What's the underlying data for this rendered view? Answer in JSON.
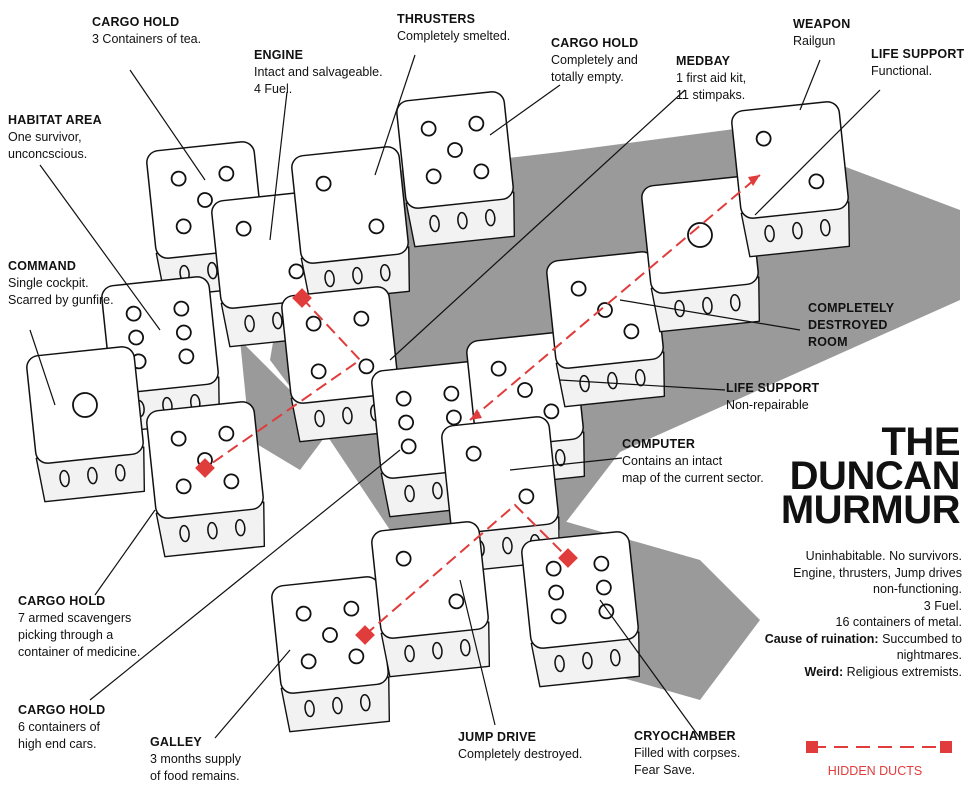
{
  "title_lines": [
    "THE",
    "DUNCAN",
    "MURMUR"
  ],
  "colors": {
    "duct": "#e03c3c",
    "shadow": "#9a9a9a",
    "die": "#ffffff",
    "die_side": "#f2f2f2",
    "ink": "#111111"
  },
  "rooms": [
    {
      "name": "CARGO HOLD",
      "desc": "3 Containers of tea."
    },
    {
      "name": "ENGINE",
      "desc": "Intact and salvageable.\n4 Fuel."
    },
    {
      "name": "THRUSTERS",
      "desc": "Completely smelted."
    },
    {
      "name": "CARGO HOLD",
      "desc": "Completely and\ntotally empty."
    },
    {
      "name": "MEDBAY",
      "desc": "1 first aid kit,\n11 stimpaks."
    },
    {
      "name": "WEAPON",
      "desc": "Railgun"
    },
    {
      "name": "LIFE SUPPORT",
      "desc": "Functional."
    },
    {
      "name": "HABITAT AREA",
      "desc": "One survivor,\nunconcscious."
    },
    {
      "name": "COMMAND",
      "desc": "Single cockpit.\nScarred by gunfire."
    },
    {
      "name": "COMPLETELY\nDESTROYED\nROOM",
      "desc": ""
    },
    {
      "name": "LIFE SUPPORT",
      "desc": "Non-repairable"
    },
    {
      "name": "COMPUTER",
      "desc": "Contains an intact\nmap of the current sector."
    },
    {
      "name": "CARGO HOLD",
      "desc": "7 armed scavengers\npicking through a\ncontainer of medicine."
    },
    {
      "name": "CARGO HOLD",
      "desc": "6 containers of\nhigh end cars."
    },
    {
      "name": "GALLEY",
      "desc": "3 months supply\nof food remains."
    },
    {
      "name": "JUMP DRIVE",
      "desc": "Completely destroyed."
    },
    {
      "name": "CRYOCHAMBER",
      "desc": "Filled with corpses.\nFear Save."
    }
  ],
  "summary": {
    "line1": "Uninhabitable. No survivors.",
    "line2": "Engine, thrusters, Jump drives",
    "line3": "non-functioning.",
    "line4": "3 Fuel.",
    "line5": "16 containers of metal.",
    "cause_label": "Cause of ruination:",
    "cause_value": " Succumbed to",
    "cause_value2": "nightmares.",
    "weird_label": "Weird:",
    "weird_value": " Religious extremists."
  },
  "legend": {
    "label": "HIDDEN DUCTS"
  }
}
